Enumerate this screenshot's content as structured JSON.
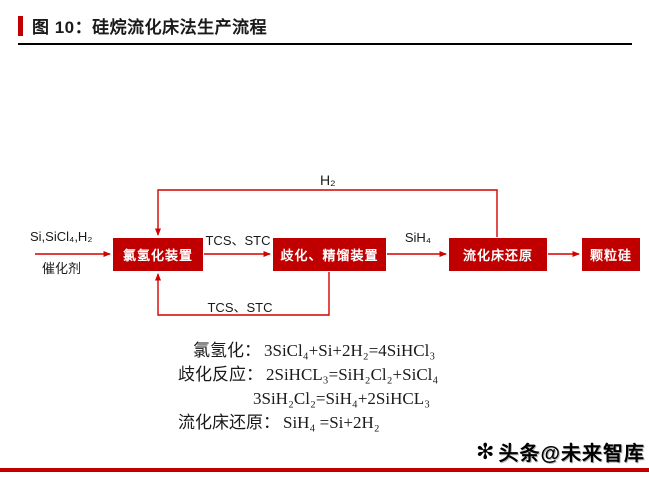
{
  "header": {
    "title": "图 10：硅烷流化床法生产流程"
  },
  "diagram": {
    "input_top": "Si,SiCl₄,H₂",
    "input_bottom": "催化剂",
    "boxes": [
      {
        "label": "氯氢化装置"
      },
      {
        "label": "歧化、精馏装置"
      },
      {
        "label": "流化床还原"
      },
      {
        "label": "颗粒硅"
      }
    ],
    "labels": {
      "h2_recycle": "H₂",
      "tcs_forward": "TCS、STC",
      "sih4": "SiH₄",
      "tcs_recycle": "TCS、STC"
    }
  },
  "equations": [
    {
      "label": "氯氢化：",
      "formula": "3SiCl₄+Si+2H₂=4SiHCl₃"
    },
    {
      "label": "歧化反应：",
      "formula": "2SiHCL₃=SiH₂Cl₂+SiCl₄"
    },
    {
      "label": "",
      "formula": "3SiH₂Cl₂=SiH₄+2SiHCL₃"
    },
    {
      "label": "流化床还原：",
      "formula": "SiH₄ =Si+2H₂"
    }
  ],
  "watermark": {
    "logo_glyph": "✻",
    "text": "头条@未来智库"
  },
  "colors": {
    "accent_red": "#c00000",
    "line_red": "#d40000",
    "rule_black": "#000000"
  }
}
